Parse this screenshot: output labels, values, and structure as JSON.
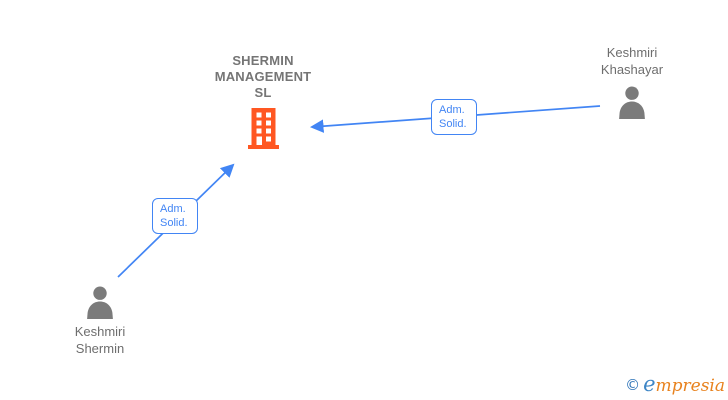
{
  "canvas": {
    "background": "#ffffff",
    "edge_color": "#4285F4",
    "company_color": "#FF5722",
    "person_color": "#7b7b7b"
  },
  "diagram": {
    "company": {
      "name_lines": [
        "SHERMIN",
        "MANAGEMENT",
        "SL"
      ],
      "icon": "building-icon"
    },
    "persons": [
      {
        "id": "khashayar",
        "name_lines": [
          "Keshmiri",
          "Khashayar"
        ],
        "icon": "person-icon"
      },
      {
        "id": "shermin",
        "name_lines": [
          "Keshmiri",
          "Shermin"
        ],
        "icon": "person-icon"
      }
    ],
    "edges": [
      {
        "from": "Keshmiri Khashayar",
        "to": "SHERMIN MANAGEMENT SL",
        "label_lines": [
          "Adm.",
          "Solid."
        ]
      },
      {
        "from": "Keshmiri Shermin",
        "to": "SHERMIN MANAGEMENT SL",
        "label_lines": [
          "Adm.",
          "Solid."
        ]
      }
    ]
  },
  "footer": {
    "copyright": "©",
    "brand_e": "e",
    "brand_rest": "mpresia"
  }
}
